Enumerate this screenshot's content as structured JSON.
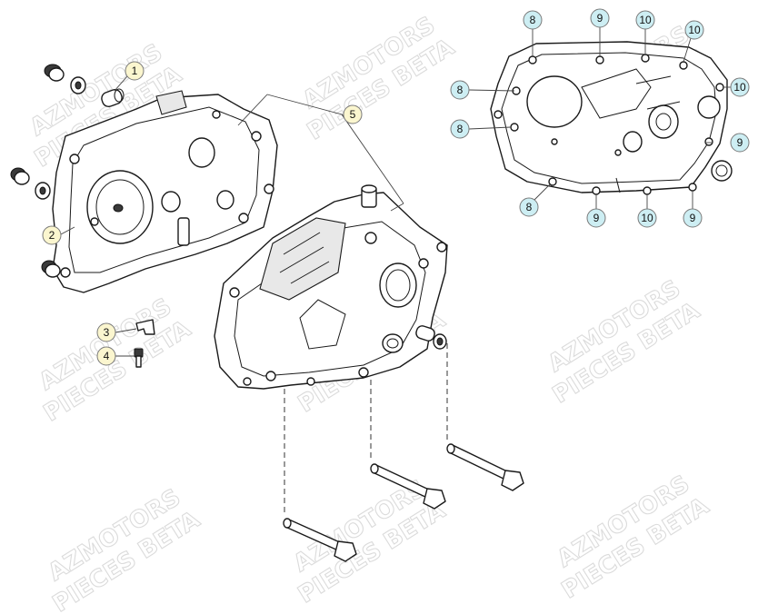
{
  "watermark": {
    "line1": "AZMOTORS",
    "line2": "PIECES BETA"
  },
  "colors": {
    "callout_yellow": "#fbf6cf",
    "callout_blue": "#cdeef3",
    "callout_stroke": "#7a7a7a",
    "line": "#1a1a1a"
  },
  "callouts": {
    "c1": "1",
    "c2": "2",
    "c3": "3",
    "c4": "4",
    "c5": "5",
    "c8a": "8",
    "c8b": "8",
    "c8c": "8",
    "c8d": "8",
    "c9a": "9",
    "c9b": "9",
    "c9c": "9",
    "c10a": "10",
    "c10b": "10",
    "c10c": "10",
    "c10d": "10"
  }
}
